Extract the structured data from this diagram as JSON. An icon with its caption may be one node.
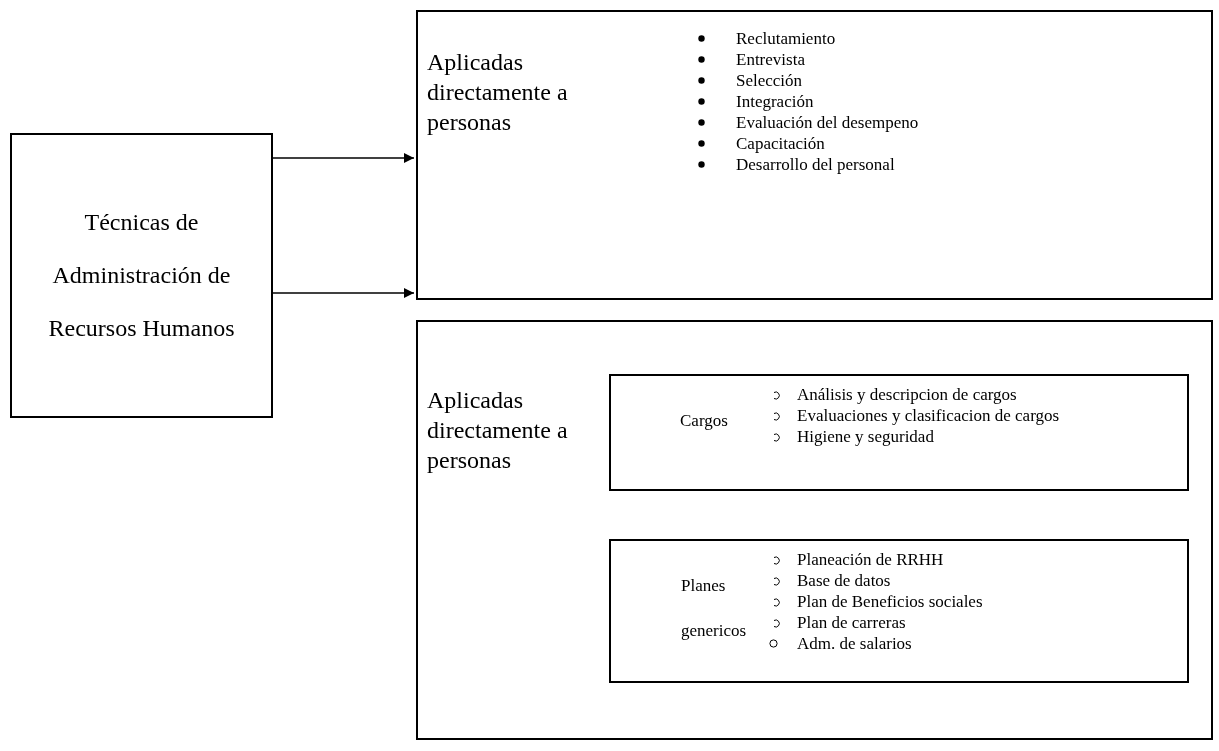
{
  "diagram": {
    "nodes": [
      {
        "text": [
          "Técnicas de Administración de Recursos Humanos"
        ]
      },
      {
        "text": [
          "Aplicadas directamente a personas",
          "Reclutamiento",
          "Entrevista",
          "Selección",
          "Integración",
          "Evaluación del desempeno",
          "Capacitación",
          "Desarrollo del personal"
        ]
      },
      {
        "text": [
          "Aplicadas directamente a personas"
        ]
      },
      {
        "text": [
          "Cargos",
          "Análisis y descripcion de cargos",
          "Evaluaciones y clasificacion de cargos",
          "Higiene y seguridad"
        ],
        "in": 2
      },
      {
        "text": [
          "Planes genericos",
          "Planeación de RRHH",
          "Base de datos",
          "Plan de Beneficios sociales",
          "Plan de carreras",
          "Adm. de salarios"
        ],
        "in": 2
      }
    ],
    "edges": [
      {
        "from": 0,
        "to": 1,
        "arrow": "to"
      },
      {
        "from": 0,
        "to": 2,
        "arrow": "to"
      }
    ]
  }
}
